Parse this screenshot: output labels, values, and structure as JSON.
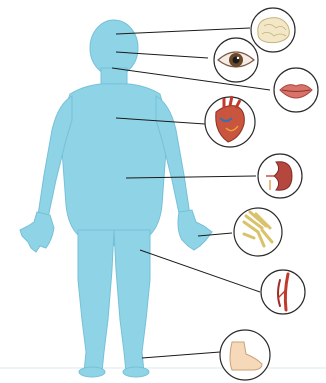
{
  "diagram": {
    "colors": {
      "body_fill": "#8fd3e6",
      "body_stroke": "#76c1d8",
      "leader_line": "#1a1a1a",
      "circle_stroke": "#2a2a2a",
      "circle_fill": "#ffffff"
    },
    "organs": [
      {
        "name": "brain",
        "icon": "brain-icon"
      },
      {
        "name": "eye",
        "icon": "eye-icon"
      },
      {
        "name": "lips",
        "icon": "lips-icon"
      },
      {
        "name": "heart",
        "icon": "heart-icon"
      },
      {
        "name": "kidney",
        "icon": "kidney-icon"
      },
      {
        "name": "hand",
        "icon": "hand-bones-icon"
      },
      {
        "name": "blood-vessels",
        "icon": "blood-vessels-icon"
      },
      {
        "name": "foot",
        "icon": "foot-icon"
      }
    ]
  }
}
